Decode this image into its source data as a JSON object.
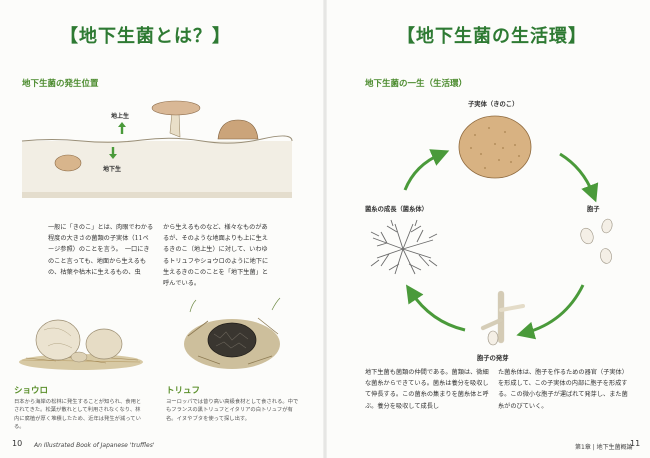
{
  "left_page": {
    "title": "【地下生菌とは？】",
    "subheading": "地下生菌の発生位置",
    "label_above": "地上生",
    "label_below": "地下生",
    "paragraph_col1": "一般に「きのこ」とは、肉眼でわかる程度の大きさの菌類の子実体（11ページ参照）のことを言う。　一口にきのこと言っても、地面から生えるもの、枯葉や枯木に生えるもの、虫",
    "paragraph_col2": "から生えるものなど、様々なものがあるが、そのような地面よりも上に生えるきのこ（地上生）に対して、いわゆるトリュフやショウロのように地下に生えるきのこのことを「地下生菌」と呼んでいる。",
    "caption1_title": "ショウロ",
    "caption1_text": "日本から海岸の松林に発生することが知られ、食用とされてきた。松葉が散れとして利用されなくなり、林内に腐植が厚く堆積したため、近年は発生が減っている。",
    "caption2_title": "トリュフ",
    "caption2_text": "ヨーロッパでは昔り高い高級食材として食される。中でもフランスの黒トリュフとイタリアの白トリュフが有名。イヌやブタを使って探し出す。",
    "page_number": "10",
    "footer": "An Illustrated Book of Japanese 'truffles'"
  },
  "right_page": {
    "title": "【地下生菌の生活環】",
    "subheading": "地下生菌の一生（生活環）",
    "stage_fruiting_body": "子実体（きのこ）",
    "stage_spore": "胞子",
    "stage_germination": "胞子の発芽",
    "stage_mycelium": "菌糸の成長（菌糸体）",
    "paragraph_col1": "地下生菌も菌類の仲間である。菌類は、微細な菌糸からできている。菌糸は養分を吸収して伸長する。この菌糸の集まりを菌糸体と呼ぶ。養分を吸収して成長し",
    "paragraph_col2": "た菌糸体は、胞子を作るための器官（子実体）を形成して、この子実体の内部に胞子を形成する。この微小な胞子が運ばれて発芽し、また菌糸がのびていく。",
    "page_number": "11",
    "footer": "第1章 | 地下生菌概論"
  },
  "colors": {
    "title_green": "#2e7a33",
    "arrow_green": "#4a9a3a",
    "caption_green": "#5a8f2a"
  }
}
